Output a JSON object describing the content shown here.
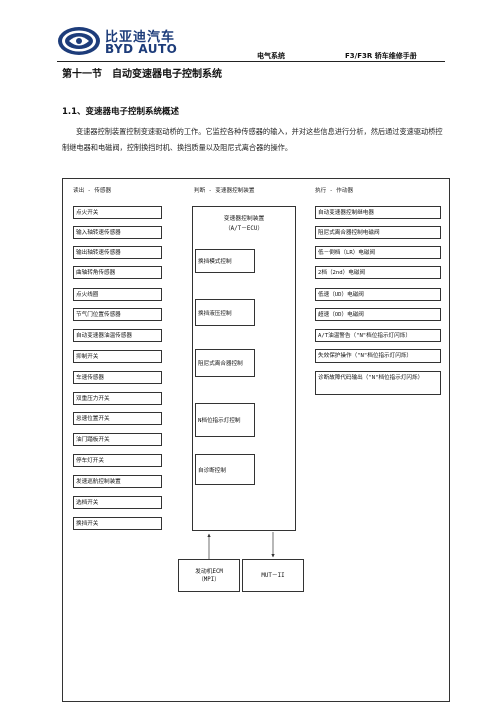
{
  "header": {
    "brand_cn": "比亚迪汽车",
    "brand_en": "BYD AUTO",
    "section_name": "电气系统",
    "manual_title": "F3/F3R 轿车维修手册"
  },
  "section": {
    "title": "第十一节　自动变速器电子控制系统",
    "subsection": "1.1、变速器电子控制系统概述",
    "paragraph": "变速器控制装置控制变速驱动桥的工作。它监控各种传感器的输入，并对这些信息进行分析，然后通过变速驱动桥控制继电器和电磁阀，控制换挡时机、换挡质量以及阻尼式离合器的操作。"
  },
  "diagram": {
    "headings": {
      "left": "读出 - 传感器",
      "mid": "判断 - 变速器控制装置",
      "right": "执行 - 作动器"
    },
    "sensors": [
      "点火开关",
      "输入轴转速传感器",
      "输出轴转速传感器",
      "曲轴转角传感器",
      "点火线圈",
      "节气门位置传感器",
      "自动变速器油温传感器",
      "抑制开关",
      "车速传感器",
      "双重压力开关",
      "怠速位置开关",
      "油门踏板开关",
      "停车灯开关",
      "发速巡航控制装置",
      "选档开关",
      "换挡开关"
    ],
    "ecu": {
      "title": "变速器控制装置",
      "subtitle": "（A/T－ECU）",
      "functions": [
        "换挡模式控制",
        "换挡液压控制",
        "阻尼式离合器控制",
        "N档位指示灯控制",
        "自诊断控制"
      ]
    },
    "actuators": [
      "自动变速器控制继电器",
      "阻尼式离合器控制电磁阀",
      "低－倒档（LR）电磁阀",
      "2档（2nd）电磁阀",
      "低速（UD）电磁阀",
      "超速（OD）电磁阀",
      "A/T油温警告（\"N\"档位指示灯闪烁）",
      "失效保护操作（\"N\"档位指示灯闪烁）",
      "诊断故障代码输出（\"N\"档位指示灯闪烁）"
    ],
    "bottom": {
      "ecm": [
        "发动机ECM",
        "（MPI）"
      ],
      "mut": "MUT－II"
    }
  }
}
